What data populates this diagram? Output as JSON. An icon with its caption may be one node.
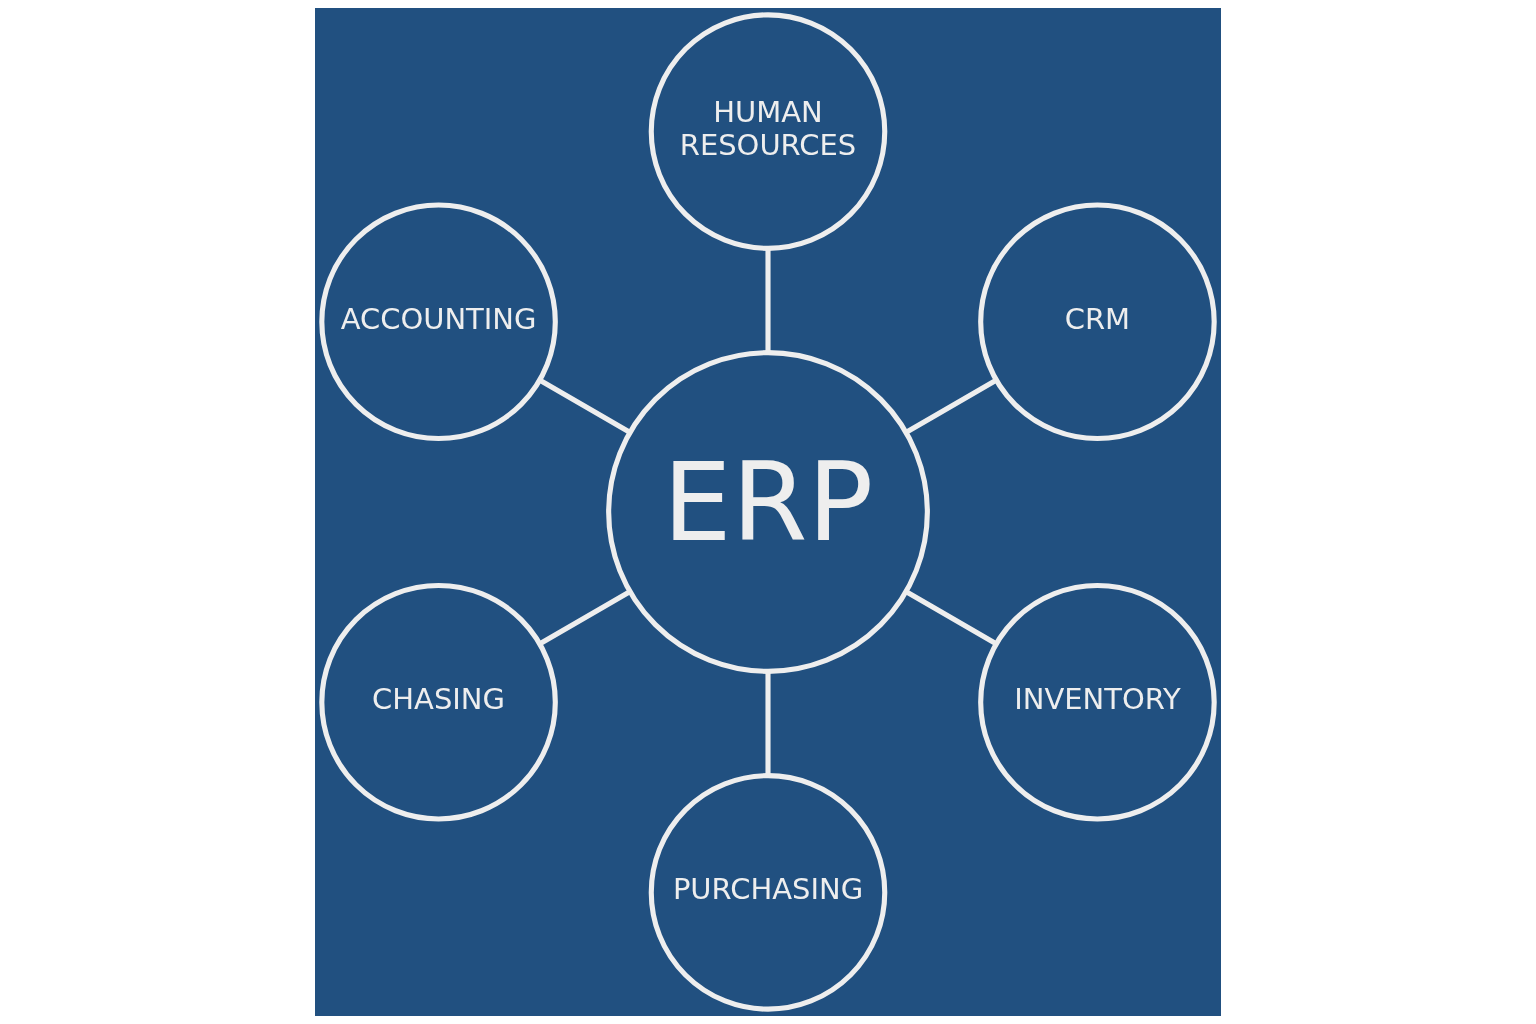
{
  "diagram": {
    "nodes": [
      {
        "text": [
          "HUMAN RESOURCES"
        ]
      },
      {
        "text": [
          "ACCOUNTING"
        ]
      },
      {
        "text": [
          "CRM"
        ]
      },
      {
        "text": [
          "ERP"
        ]
      },
      {
        "text": [
          "CHASING"
        ]
      },
      {
        "text": [
          "INVENTORY"
        ]
      },
      {
        "text": [
          "PURCHASING"
        ]
      }
    ],
    "edges": [
      {
        "from": 3,
        "to": 0,
        "arrow": "none"
      },
      {
        "from": 3,
        "to": 2,
        "arrow": "none"
      },
      {
        "from": 3,
        "to": 5,
        "arrow": "none"
      },
      {
        "from": 3,
        "to": 6,
        "arrow": "none"
      },
      {
        "from": 3,
        "to": 4,
        "arrow": "none"
      },
      {
        "from": 3,
        "to": 1,
        "arrow": "none"
      }
    ]
  }
}
